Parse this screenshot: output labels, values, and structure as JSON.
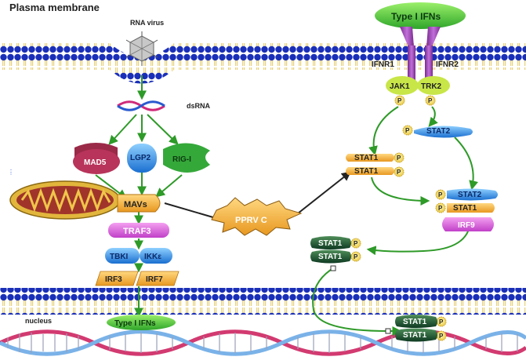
{
  "title": "Plasma membrane",
  "virus": {
    "label": "RNA virus"
  },
  "dsrna": {
    "label": "dsRNA"
  },
  "sensors": {
    "mda5": "MAD5",
    "lgp2": "LGP2",
    "rigi": "RIG-I"
  },
  "adaptor": {
    "mavs": "MAVs",
    "traf3": "TRAF3",
    "tbk1": "TBKI",
    "ikke": "IKKε",
    "irf3": "IRF3",
    "irf7": "IRF7"
  },
  "inhibitor": {
    "label": "PPRV C"
  },
  "output": {
    "ifn_top": "Type I IFNs",
    "ifn_bottom": "Type I IFNs"
  },
  "receptor": {
    "ifnr1": "IFNR1",
    "ifnr2": "IFNR2",
    "jak1": "JAK1",
    "trk2": "TRK2"
  },
  "stats": {
    "stat2": "STAT2",
    "stat1": "STAT1",
    "irf9": "IRF9",
    "dimer_a": "STAT1",
    "dimer_b": "STAT1",
    "complex_stat2": "STAT2",
    "complex_stat1": "STAT1",
    "nuc_a": "STAT1",
    "nuc_b": "STAT1",
    "deep_a": "STAT1",
    "deep_b": "STAT1"
  },
  "phospho": "P",
  "nucleus": {
    "label": "nucleus"
  },
  "colors": {
    "membrane_head": "#1a2fb8",
    "membrane_tail": "#f2e47a",
    "arrow": "#2e9a28",
    "pprv": "#e0a21c"
  }
}
